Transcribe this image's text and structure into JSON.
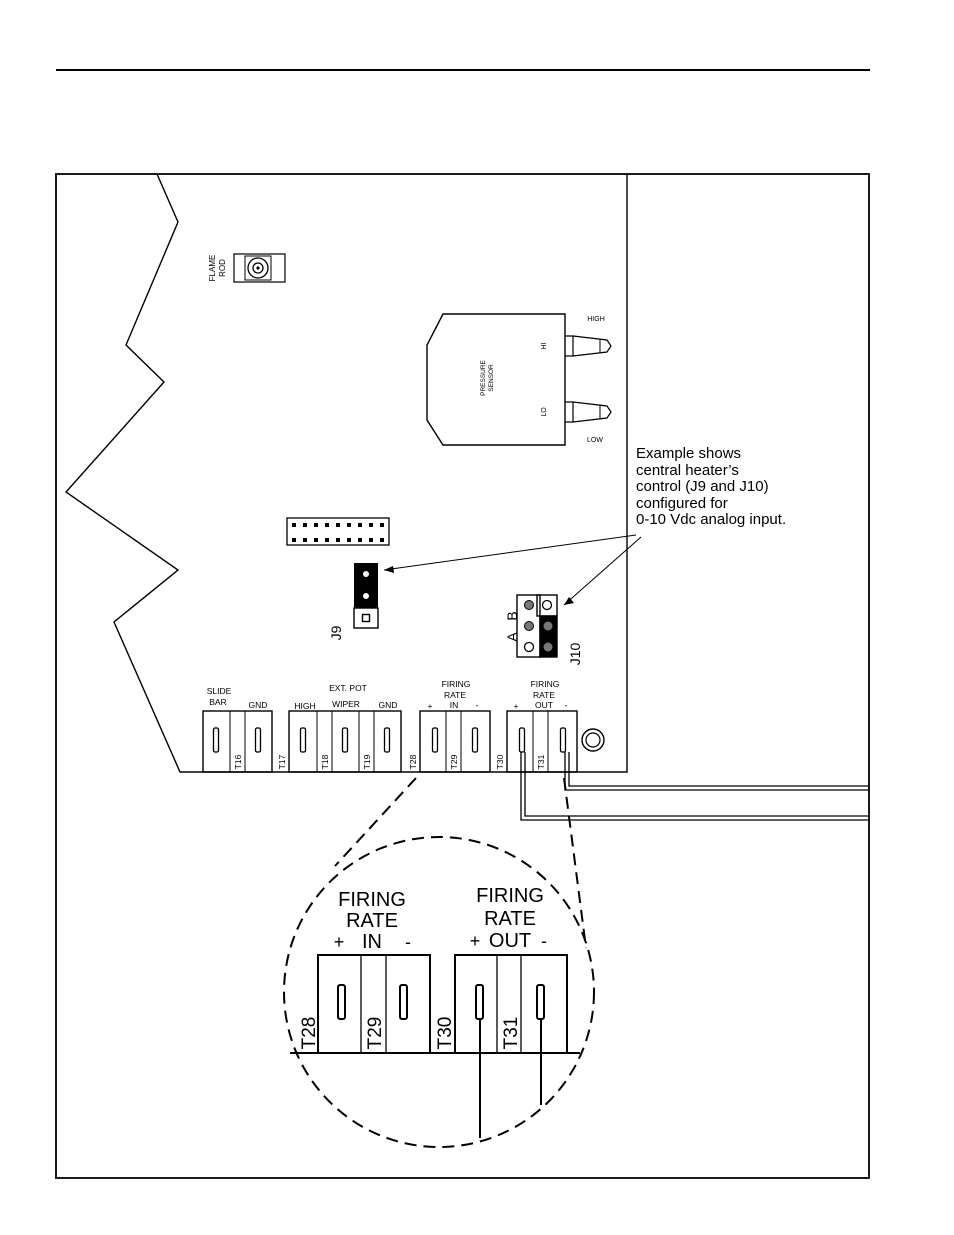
{
  "board": {
    "flame_rod_line1": "FLAME",
    "flame_rod_line2": "ROD",
    "pressure_sensor_line1": "PRESSURE",
    "pressure_sensor_line2": "SENSOR",
    "port_hi": "HI",
    "port_lo": "LO",
    "label_high": "HIGH",
    "label_low": "LOW",
    "jumper_j9": "J9",
    "jumper_j10": "J10",
    "j10_a": "A",
    "j10_b": "B"
  },
  "terminals": {
    "slide_bar_line1": "SLIDE",
    "slide_bar_line2": "BAR",
    "gnd1": "GND",
    "ext_pot": "EXT. POT",
    "high": "HIGH",
    "wiper": "WIPER",
    "gnd2": "GND",
    "firing_in_line1": "FIRING",
    "firing_in_line2": "RATE",
    "firing_in_plus": "+",
    "firing_in_in": "IN",
    "firing_in_minus": "-",
    "firing_out_line1": "FIRING",
    "firing_out_line2": "RATE",
    "firing_out_plus": "+",
    "firing_out_out": "OUT",
    "firing_out_minus": "-",
    "t16": "T16",
    "t17": "T17",
    "t18": "T18",
    "t19": "T19",
    "t28": "T28",
    "t29": "T29",
    "t30": "T30",
    "t31": "T31"
  },
  "note": {
    "line1": "Example shows",
    "line2": "central heater’s",
    "line3": "control (J9 and J10)",
    "line4": "configured for",
    "line5": "0-10 Vdc analog input."
  },
  "zoom": {
    "in_line1": "FIRING",
    "in_line2": "RATE",
    "in_plus": "+",
    "in_in": "IN",
    "in_minus": "-",
    "out_line1": "FIRING",
    "out_line2": "RATE",
    "out_plus": "+",
    "out_out": "OUT",
    "out_minus": "-",
    "t28": "T28",
    "t29": "T29",
    "t30": "T30",
    "t31": "T31"
  }
}
